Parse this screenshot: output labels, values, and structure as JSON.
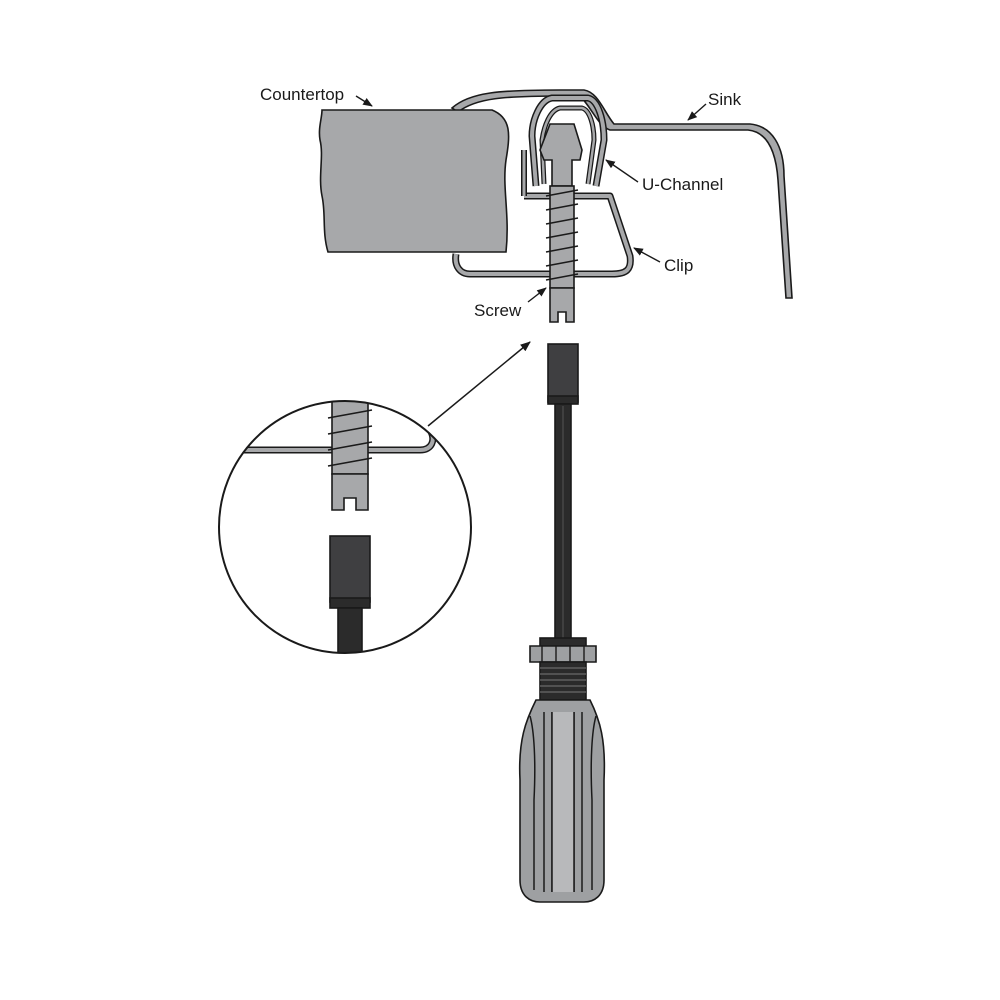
{
  "labels": {
    "countertop": "Countertop",
    "sink": "Sink",
    "u_channel": "U-Channel",
    "clip": "Clip",
    "screw": "Screw"
  },
  "colors": {
    "countertop_fill": "#a7a8aa",
    "sink_fill": "#a7a8aa",
    "screw_fill": "#a7a8aa",
    "bit_fill": "#3f3f41",
    "shaft_fill": "#2b2b2b",
    "handle_fill": "#9ea0a2",
    "outline": "#1a1a1a",
    "background": "#ffffff"
  }
}
